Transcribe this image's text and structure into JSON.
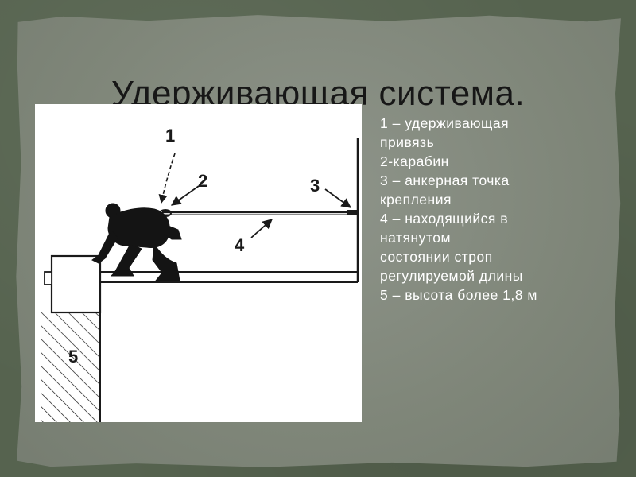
{
  "slide": {
    "title": "Удерживающая система."
  },
  "legend": {
    "lines": [
      "1 – удерживающая",
      "привязь",
      "2-карабин",
      "3 – анкерная точка",
      "крепления",
      "4 – находящийся в",
      "натянутом",
      "состоянии строп",
      "регулируемой длины",
      "5 – высота более 1,8 м"
    ]
  },
  "diagram": {
    "labels": [
      "1",
      "2",
      "3",
      "4",
      "5"
    ]
  },
  "colors": {
    "background": "#56634f",
    "panel": "#858b80",
    "title_text": "#171717",
    "legend_text": "#ffffff",
    "figure_bg": "#ffffff",
    "line": "#1a1a1a"
  }
}
